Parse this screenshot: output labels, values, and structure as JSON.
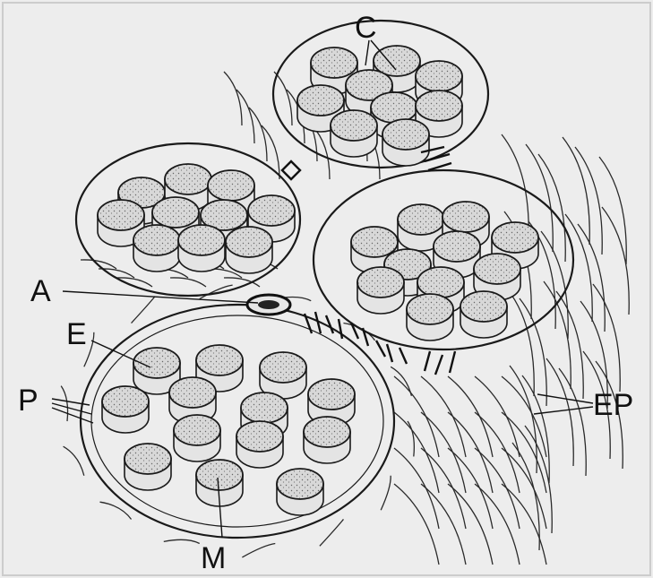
{
  "figure": {
    "labels": {
      "c": "C",
      "a": "A",
      "e": "E",
      "p": "P",
      "ep": "EP",
      "m": "M"
    }
  },
  "colors": {
    "background": "#ededed",
    "ink": "#1a1a1a",
    "fiber_fill": "#d6d6d6"
  }
}
